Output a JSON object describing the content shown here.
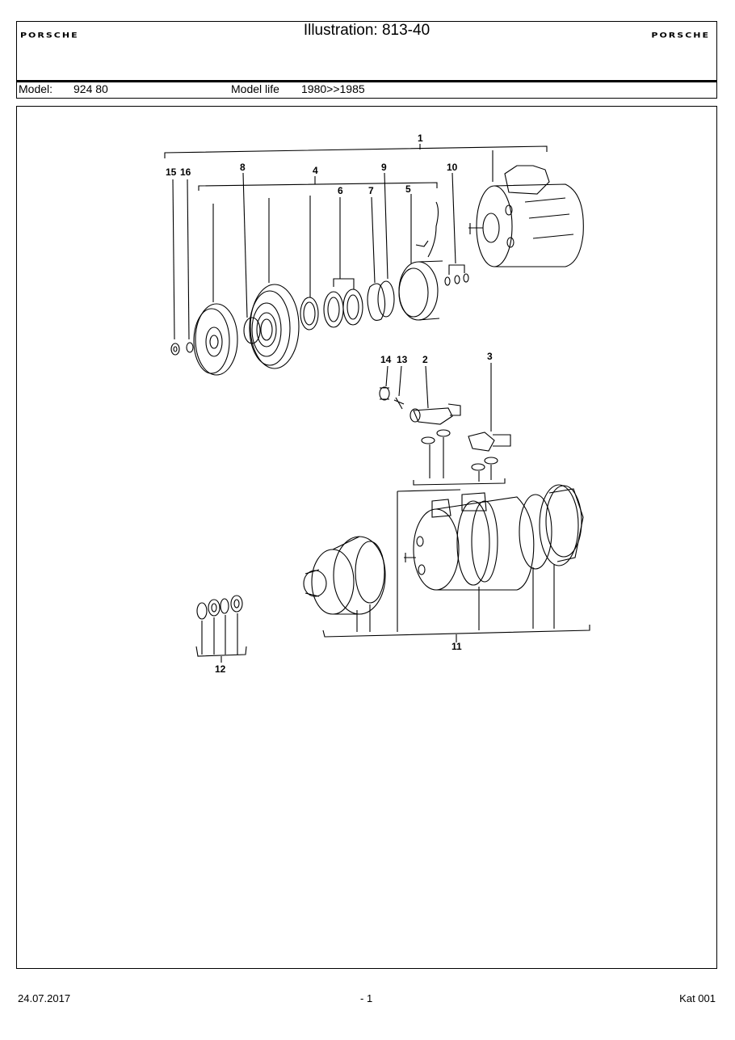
{
  "header": {
    "brand_left": "PORSCHE",
    "brand_right": "PORSCHE",
    "title": "Illustration: 813-40",
    "model_label": "Model:",
    "model_value": "924 80",
    "life_label": "Model life",
    "life_value": "1980>>1985"
  },
  "callouts": [
    "1",
    "15",
    "16",
    "8",
    "4",
    "9",
    "10",
    "6",
    "7",
    "5",
    "14",
    "13",
    "2",
    "3",
    "11",
    "12"
  ],
  "footer": {
    "date": "24.07.2017",
    "page": "- 1",
    "catalog": "Kat 001"
  }
}
